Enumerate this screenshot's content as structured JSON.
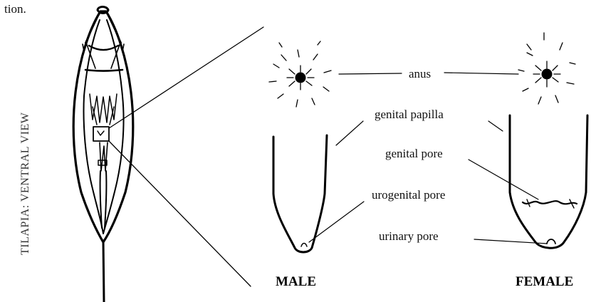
{
  "fragment_text": "tion.",
  "side_title": "TILAPIA: VENTRAL VIEW",
  "labels": {
    "anus": "anus",
    "genital_papilla": "genital papilla",
    "genital_pore": "genital pore",
    "urogenital_pore": "urogenital pore",
    "urinary_pore": "urinary pore"
  },
  "sex_labels": {
    "male": "MALE",
    "female": "FEMALE"
  }
}
